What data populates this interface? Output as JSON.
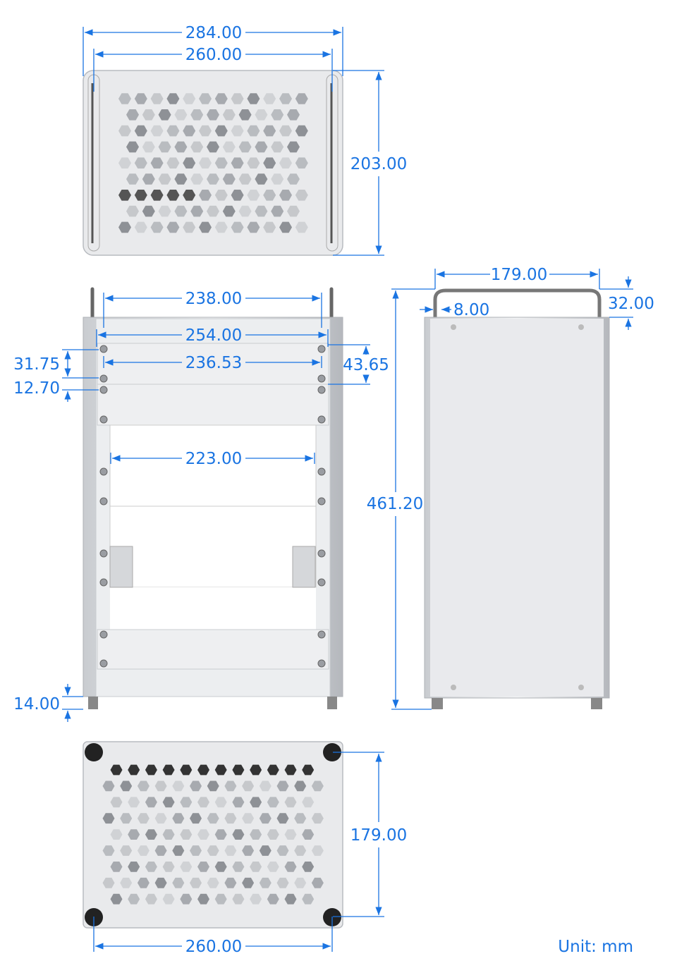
{
  "colors": {
    "dimension": "#1a74e2",
    "chassis": "#e9eaec"
  },
  "views": {
    "top": {
      "width_outer": "284.00",
      "width_inner": "260.00",
      "depth": "203.00"
    },
    "front": {
      "handle_spacing": "238.00",
      "rack_width": "254.00",
      "rack_hole_spacing": "236.53",
      "hole_pitch": "31.75",
      "hole_offset": "12.70",
      "unit_height": "43.65",
      "inner_width": "223.00",
      "foot_height": "14.00"
    },
    "side": {
      "depth": "179.00",
      "handle_offset": "8.00",
      "handle_height": "32.00",
      "total_height": "461.20"
    },
    "bottom": {
      "depth": "179.00",
      "width": "260.00"
    }
  },
  "unit_label": "Unit: mm"
}
